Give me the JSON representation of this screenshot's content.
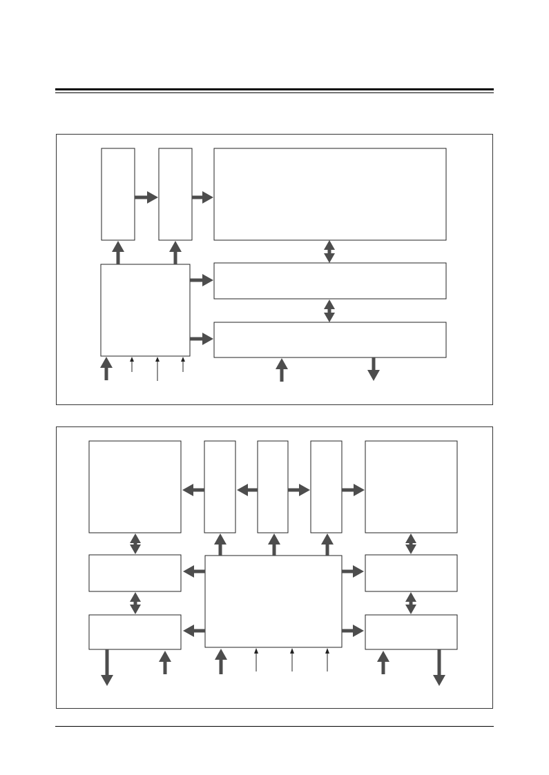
{
  "document": {
    "header_rule": "double",
    "footer_rule": "single"
  },
  "figures": [
    {
      "blocks": 6,
      "labels": []
    },
    {
      "blocks": 10,
      "labels": []
    }
  ],
  "colors": {
    "arrow": "#4d4d4d",
    "block_border": "#222222",
    "panel_border": "#333333"
  }
}
